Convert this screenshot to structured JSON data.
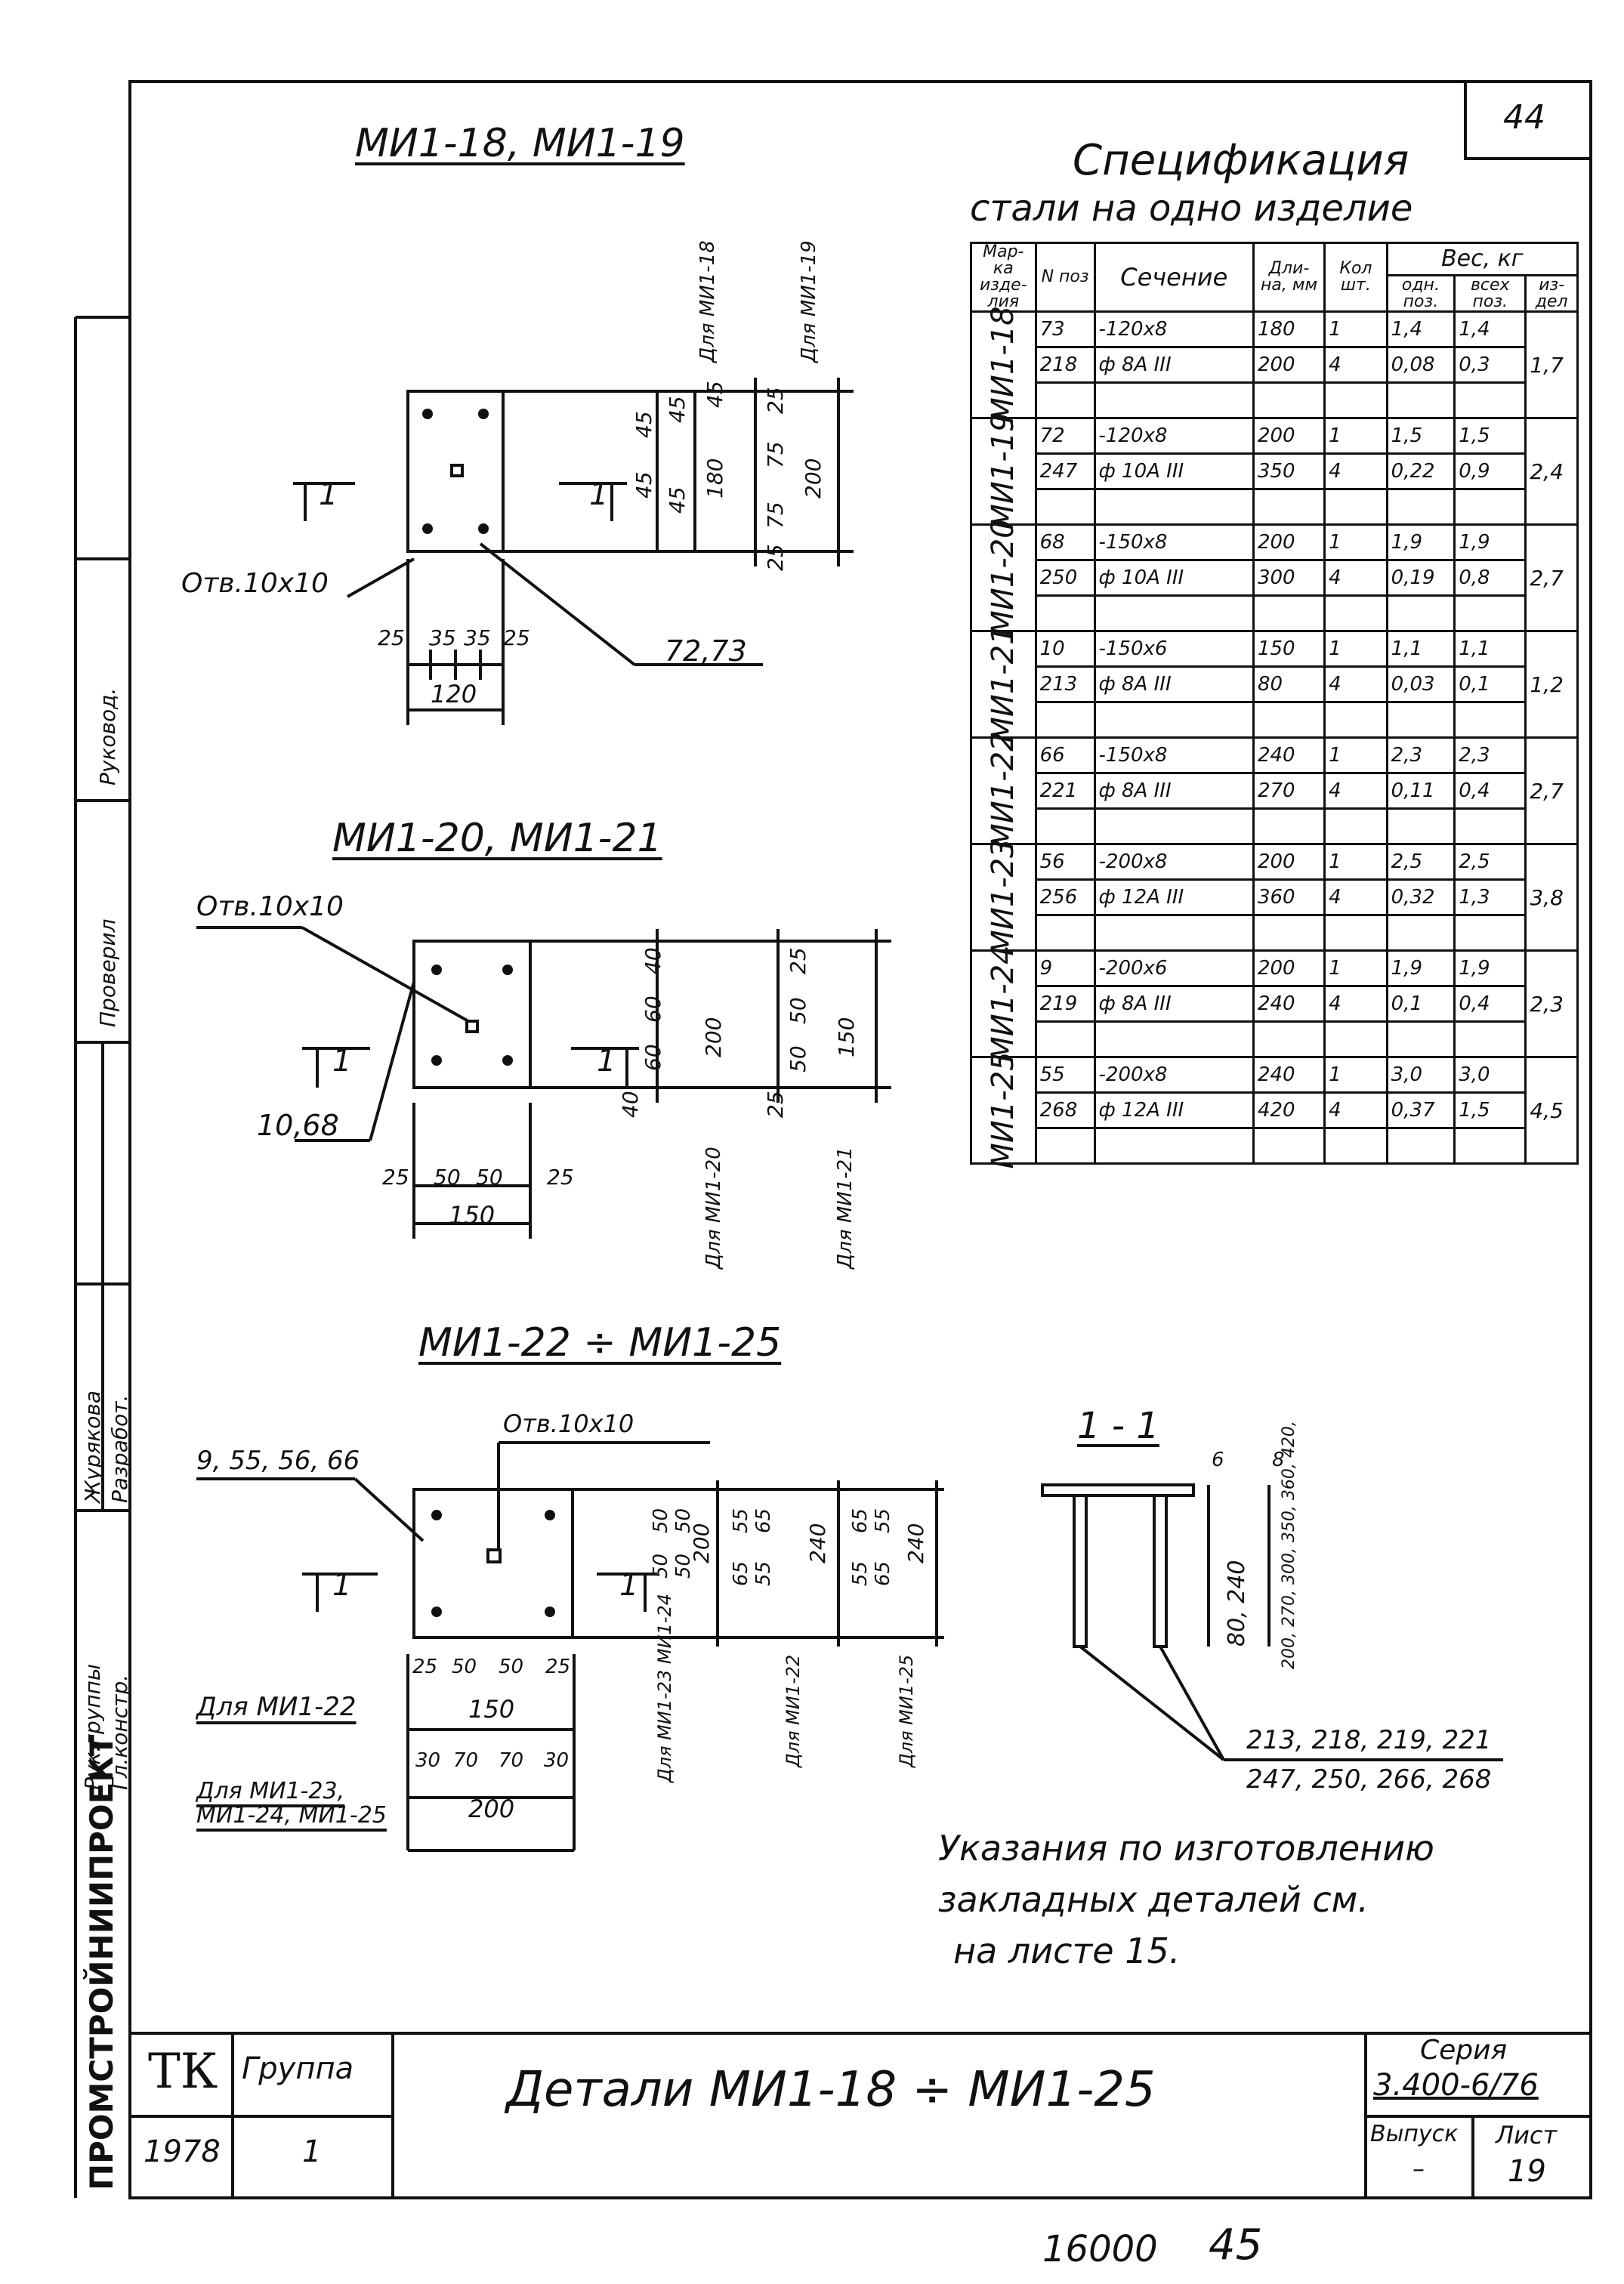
{
  "sheet_number": "44",
  "spec": {
    "title": "Спецификация",
    "subtitle": "стали на одно изделие",
    "headers": {
      "mark": "Мар-ка изде-лия",
      "pos": "N поз",
      "section": "Сечение",
      "length": "Дли-на, мм",
      "qty": "Кол шт.",
      "weight": "Вес, кг",
      "w_one": "одн. поз.",
      "w_all": "всех поз.",
      "w_item": "из-дел"
    },
    "rows": [
      {
        "mark": "МИ1-18",
        "items": [
          {
            "pos": "73",
            "section": "-120х8",
            "length": "180",
            "qty": "1",
            "one": "1,4",
            "all": "1,4"
          },
          {
            "pos": "218",
            "section": "ф 8А III",
            "length": "200",
            "qty": "4",
            "one": "0,08",
            "all": "0,3"
          }
        ],
        "total": "1,7"
      },
      {
        "mark": "МИ1-19",
        "items": [
          {
            "pos": "72",
            "section": "-120х8",
            "length": "200",
            "qty": "1",
            "one": "1,5",
            "all": "1,5"
          },
          {
            "pos": "247",
            "section": "ф 10А III",
            "length": "350",
            "qty": "4",
            "one": "0,22",
            "all": "0,9"
          }
        ],
        "total": "2,4"
      },
      {
        "mark": "МИ1-20",
        "items": [
          {
            "pos": "68",
            "section": "-150х8",
            "length": "200",
            "qty": "1",
            "one": "1,9",
            "all": "1,9"
          },
          {
            "pos": "250",
            "section": "ф 10А III",
            "length": "300",
            "qty": "4",
            "one": "0,19",
            "all": "0,8"
          }
        ],
        "total": "2,7"
      },
      {
        "mark": "МИ1-21",
        "items": [
          {
            "pos": "10",
            "section": "-150х6",
            "length": "150",
            "qty": "1",
            "one": "1,1",
            "all": "1,1"
          },
          {
            "pos": "213",
            "section": "ф 8А III",
            "length": "80",
            "qty": "4",
            "one": "0,03",
            "all": "0,1"
          }
        ],
        "total": "1,2"
      },
      {
        "mark": "МИ1-22",
        "items": [
          {
            "pos": "66",
            "section": "-150х8",
            "length": "240",
            "qty": "1",
            "one": "2,3",
            "all": "2,3"
          },
          {
            "pos": "221",
            "section": "ф 8А III",
            "length": "270",
            "qty": "4",
            "one": "0,11",
            "all": "0,4"
          }
        ],
        "total": "2,7"
      },
      {
        "mark": "МИ1-23",
        "items": [
          {
            "pos": "56",
            "section": "-200х8",
            "length": "200",
            "qty": "1",
            "one": "2,5",
            "all": "2,5"
          },
          {
            "pos": "256",
            "section": "ф 12А III",
            "length": "360",
            "qty": "4",
            "one": "0,32",
            "all": "1,3"
          }
        ],
        "total": "3,8"
      },
      {
        "mark": "МИ1-24",
        "items": [
          {
            "pos": "9",
            "section": "-200х6",
            "length": "200",
            "qty": "1",
            "one": "1,9",
            "all": "1,9"
          },
          {
            "pos": "219",
            "section": "ф 8А III",
            "length": "240",
            "qty": "4",
            "one": "0,1",
            "all": "0,4"
          }
        ],
        "total": "2,3"
      },
      {
        "mark": "МИ1-25",
        "items": [
          {
            "pos": "55",
            "section": "-200х8",
            "length": "240",
            "qty": "1",
            "one": "3,0",
            "all": "3,0"
          },
          {
            "pos": "268",
            "section": "ф 12А III",
            "length": "420",
            "qty": "4",
            "one": "0,37",
            "all": "1,5"
          }
        ],
        "total": "4,5"
      }
    ]
  },
  "drawing1": {
    "title": "МИ1-18, МИ1-19",
    "label_for1": "Для МИ1-18",
    "label_for2": "Для МИ1-19",
    "hole": "Отв.10х10",
    "pos_label": "72,73",
    "section": "1",
    "dims_v_left": [
      "45",
      "45",
      "45",
      "45"
    ],
    "dims_v_180": [
      "45",
      "180"
    ],
    "dims_v_200": [
      "25",
      "75",
      "75",
      "200",
      "25"
    ],
    "dims_h": [
      "25",
      "35",
      "35",
      "25"
    ],
    "width": "120"
  },
  "drawing2": {
    "title": "МИ1-20, МИ1-21",
    "hole": "Отв.10х10",
    "pos_label": "10,68",
    "section": "1",
    "dims_v_left": [
      "40",
      "60",
      "60",
      "40"
    ],
    "dims_v_200": "200",
    "dims_v_150": [
      "25",
      "50",
      "50",
      "25",
      "150"
    ],
    "dims_h": [
      "25",
      "50",
      "50",
      "25"
    ],
    "width": "150",
    "label_for1": "Для МИ1-20",
    "label_for2": "Для МИ1-21"
  },
  "drawing3": {
    "title": "МИ1-22 ÷ МИ1-25",
    "hole": "Отв.10х10",
    "pos_label": "9, 55, 56, 66",
    "section": "1",
    "dims_v1": [
      "50",
      "50",
      "50",
      "50",
      "200"
    ],
    "dims_v2": [
      "55",
      "65",
      "65",
      "55",
      "240"
    ],
    "dims_v3": [
      "65",
      "55",
      "55",
      "65",
      "240"
    ],
    "label_v1": "Для МИ1-23 МИ1-24",
    "label_v2": "Для МИ1-22",
    "label_v3": "Для МИ1-25",
    "for_22": "Для МИ1-22",
    "dims_h_22": [
      "25",
      "50",
      "50",
      "25"
    ],
    "width_22": "150",
    "for_23": "Для МИ1-23, МИ1-24, МИ1-25",
    "dims_h_23": [
      "30",
      "70",
      "70",
      "30"
    ],
    "width_23": "200"
  },
  "section_view": {
    "title": "1 - 1",
    "dim_top": "6",
    "dim_top2": "8",
    "dim_a": "80, 240",
    "dim_b": "200, 270, 300, 350, 360, 420,",
    "pos1": "213, 218, 219, 221",
    "pos2": "247, 250, 266, 268"
  },
  "note": [
    "Указания по изготовлению",
    "закладных деталей см.",
    "на листе 15."
  ],
  "stamp": {
    "org": "ТК",
    "year": "1978",
    "group_label": "Группа",
    "group_value": "1",
    "title": "Детали МИ1-18 ÷ МИ1-25",
    "series_label": "Серия",
    "series_value": "3.400-6/76",
    "issue_label": "Выпуск",
    "issue_value": "–",
    "sheet_label": "Лист",
    "sheet_value": "19"
  },
  "side": {
    "org": "ПРОМСТРОЙНИИПРОЕКТ",
    "col1_role": "Гл.констр.",
    "col1_role2": "Рук.группы",
    "col2_role": "Разработ.",
    "col2_name": "Журякова",
    "col3_role": "Проверил",
    "col4_role": "Руковод."
  },
  "footer": {
    "left": "16000",
    "right": "45"
  }
}
